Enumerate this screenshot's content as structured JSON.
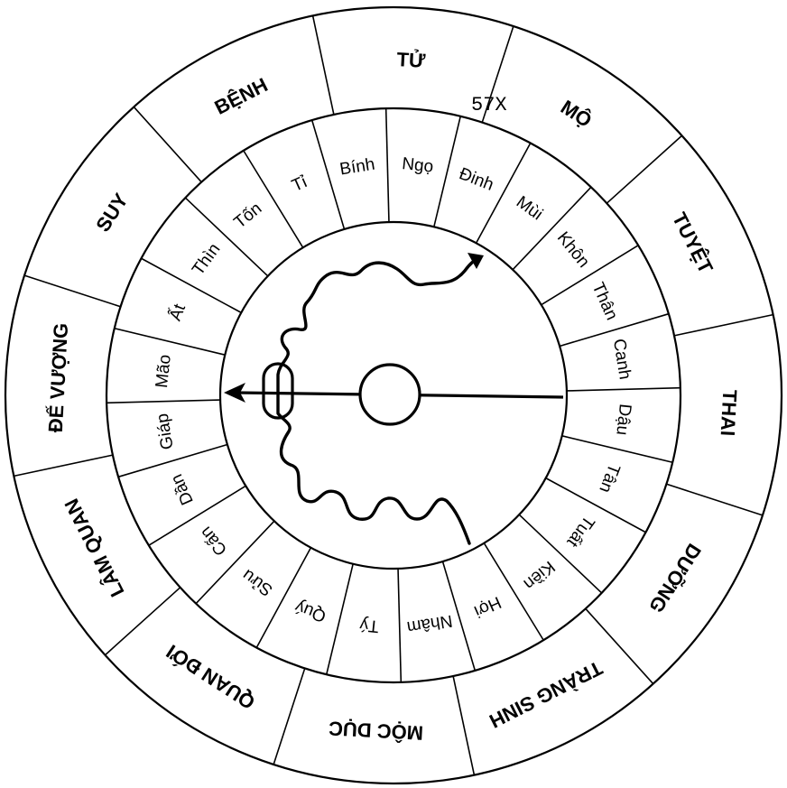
{
  "outer_ring": [
    "TỬ",
    "MỘ",
    "TUYỆT",
    "THAI",
    "DƯỠNG",
    "TRÀNG SINH",
    "MỘC DỤC",
    "QUAN ĐỚI",
    "LÂM QUAN",
    "ĐẾ VƯỢNG",
    "SUY",
    "BỆNH"
  ],
  "inner_ring": [
    "Ngọ",
    "Đinh",
    "Mùi",
    "Khôn",
    "Thân",
    "Canh",
    "Dậu",
    "Tân",
    "Tuất",
    "Kiền",
    "Hợi",
    "Nhâm",
    "Tý",
    "Quý",
    "Sửu",
    "Cấn",
    "Dần",
    "Giáp",
    "Mão",
    "Ất",
    "Thìn",
    "Tốn",
    "Tỉ",
    "Bính"
  ],
  "annotation": "57X"
}
